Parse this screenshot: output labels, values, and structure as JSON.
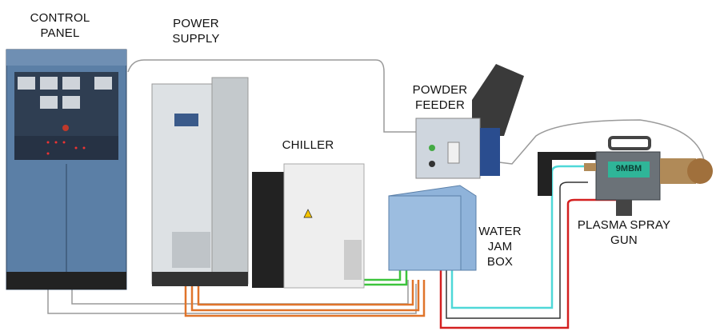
{
  "labels": {
    "control_panel": [
      "CONTROL",
      "PANEL"
    ],
    "power_supply": [
      "POWER",
      "SUPPLY"
    ],
    "chiller": "CHILLER",
    "powder_feeder": [
      "POWDER",
      "FEEDER"
    ],
    "water_jam_box": [
      "WATER",
      "JAM",
      "BOX"
    ],
    "plasma_spray_gun": [
      "PLASMA SPRAY",
      "GUN"
    ]
  },
  "gun_model": "9MBM",
  "colors": {
    "panel_blue": "#5b7fa6",
    "cabinet_gray": "#d9dde0",
    "chiller_white": "#eeeeee",
    "jam_box_blue": "#8fb3da",
    "hose_orange": "#e0742a",
    "hose_green": "#3cc43c",
    "hose_cyan": "#4fd8d8",
    "hose_red": "#d42020",
    "cable_black": "#333333",
    "cable_gray": "#9a9a9a",
    "gun_label_teal": "#2fb598"
  }
}
